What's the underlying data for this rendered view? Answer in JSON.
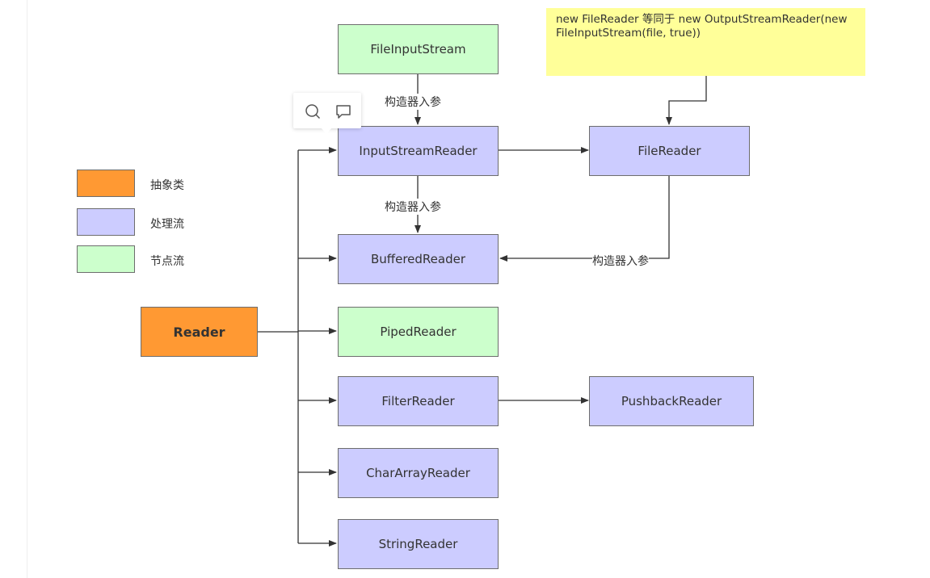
{
  "nodes": {
    "file_input_stream": "FileInputStream",
    "input_stream_reader": "InputStreamReader",
    "file_reader": "FileReader",
    "buffered_reader": "BufferedReader",
    "piped_reader": "PipedReader",
    "filter_reader": "FilterReader",
    "pushback_reader": "PushbackReader",
    "char_array_reader": "CharArrayReader",
    "string_reader": "StringReader",
    "reader": "Reader"
  },
  "note": "new FileReader 等同于 new OutputStreamReader(new FileInputStream(file, true))",
  "edge_labels": {
    "fis_to_isr": "构造器入参",
    "isr_to_br": "构造器入参",
    "fr_to_br": "构造器入参"
  },
  "legend": [
    {
      "label": "抽象类",
      "color": "#ff9933"
    },
    {
      "label": "处理流",
      "color": "#ccccff"
    },
    {
      "label": "节点流",
      "color": "#ccffcc"
    }
  ],
  "toolbar": {
    "icons": [
      "search-icon",
      "comment-icon"
    ]
  }
}
